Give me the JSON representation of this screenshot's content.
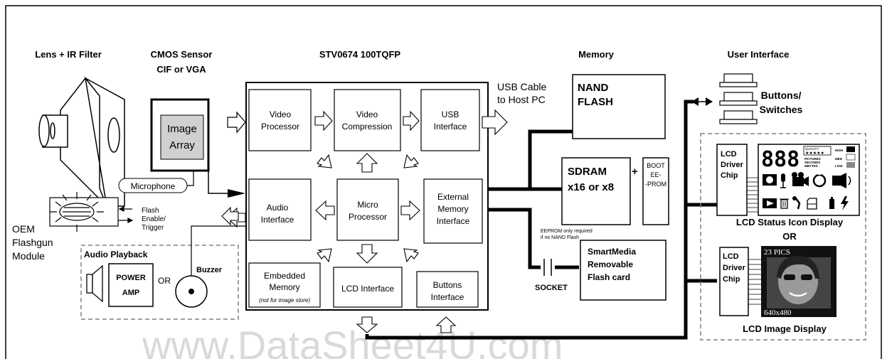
{
  "headers": {
    "lens": "Lens + IR Filter",
    "cmos_line1": "CMOS Sensor",
    "cmos_line2": "CIF or VGA",
    "chip": "STV0674 100TQFP",
    "memory": "Memory",
    "user_interface": "User Interface"
  },
  "sensor": {
    "line1": "Image",
    "line2": "Array"
  },
  "microphone": "Microphone",
  "flashgun": {
    "label_lines": [
      "OEM",
      "Flashgun",
      "Module"
    ],
    "signal_lines": [
      "Flash",
      "Enable/",
      "Trigger"
    ]
  },
  "audio": {
    "title": "Audio Playback",
    "amp_line1": "POWER",
    "amp_line2": "AMP",
    "or": "OR",
    "buzzer": "Buzzer"
  },
  "blocks": {
    "video_processor": [
      "Video",
      "Processor"
    ],
    "video_compression": [
      "Video",
      "Compression"
    ],
    "usb_interface": [
      "USB",
      "Interface"
    ],
    "audio_interface": [
      "Audio",
      "Interface"
    ],
    "micro_processor": [
      "Micro",
      "Processor"
    ],
    "external_memory": [
      "External",
      "Memory",
      "Interface"
    ],
    "embedded_memory": [
      "Embedded",
      "Memory"
    ],
    "embedded_note": "(not for image store)",
    "lcd_interface": "LCD Interface",
    "buttons_interface": [
      "Buttons",
      "Interface"
    ]
  },
  "usb_cable": [
    "USB Cable",
    "to Host PC"
  ],
  "memory": {
    "nand": [
      "NAND",
      "FLASH"
    ],
    "sdram": [
      "SDRAM",
      "x16 or x8"
    ],
    "plus": "+",
    "eeprom": [
      "BOOT",
      "EE-",
      "-PROM"
    ],
    "eeprom_note": [
      "EEPROM only required",
      "if no NAND Flash"
    ],
    "smartmedia": [
      "SmartMedia",
      "Removable",
      "Flash card"
    ],
    "socket": "SOCKET"
  },
  "user_interface": {
    "buttons": [
      "Buttons/",
      "Switches"
    ],
    "lcd_driver": [
      "LCD",
      "Driver",
      "Chip"
    ],
    "status_display": "LCD Status Icon Display",
    "or": "OR",
    "image_display": "LCD Image Display",
    "status_icons": {
      "digits": "888",
      "quality": "QUALITY",
      "stars": "★★★★★",
      "info_lines": [
        "PICTURES",
        "SECONDS",
        "MBYTES"
      ],
      "high": "HIGH",
      "med": "MED",
      "low": "LOW",
      "icon_names": [
        "camera-icon",
        "microphone-icon",
        "video-camera-icon",
        "self-timer-icon",
        "speaker-icon",
        "play-icon",
        "trash-icon",
        "settings-icon",
        "memory-card-icon",
        "battery-icon",
        "flash-icon"
      ]
    },
    "image_caption_top": "23 PICS",
    "image_caption_bottom": "640x480"
  },
  "watermark": "www.DataSheet4U.com",
  "colors": {
    "line": "#000000",
    "dashed": "#808080",
    "watermark": "#d9d9d9"
  }
}
